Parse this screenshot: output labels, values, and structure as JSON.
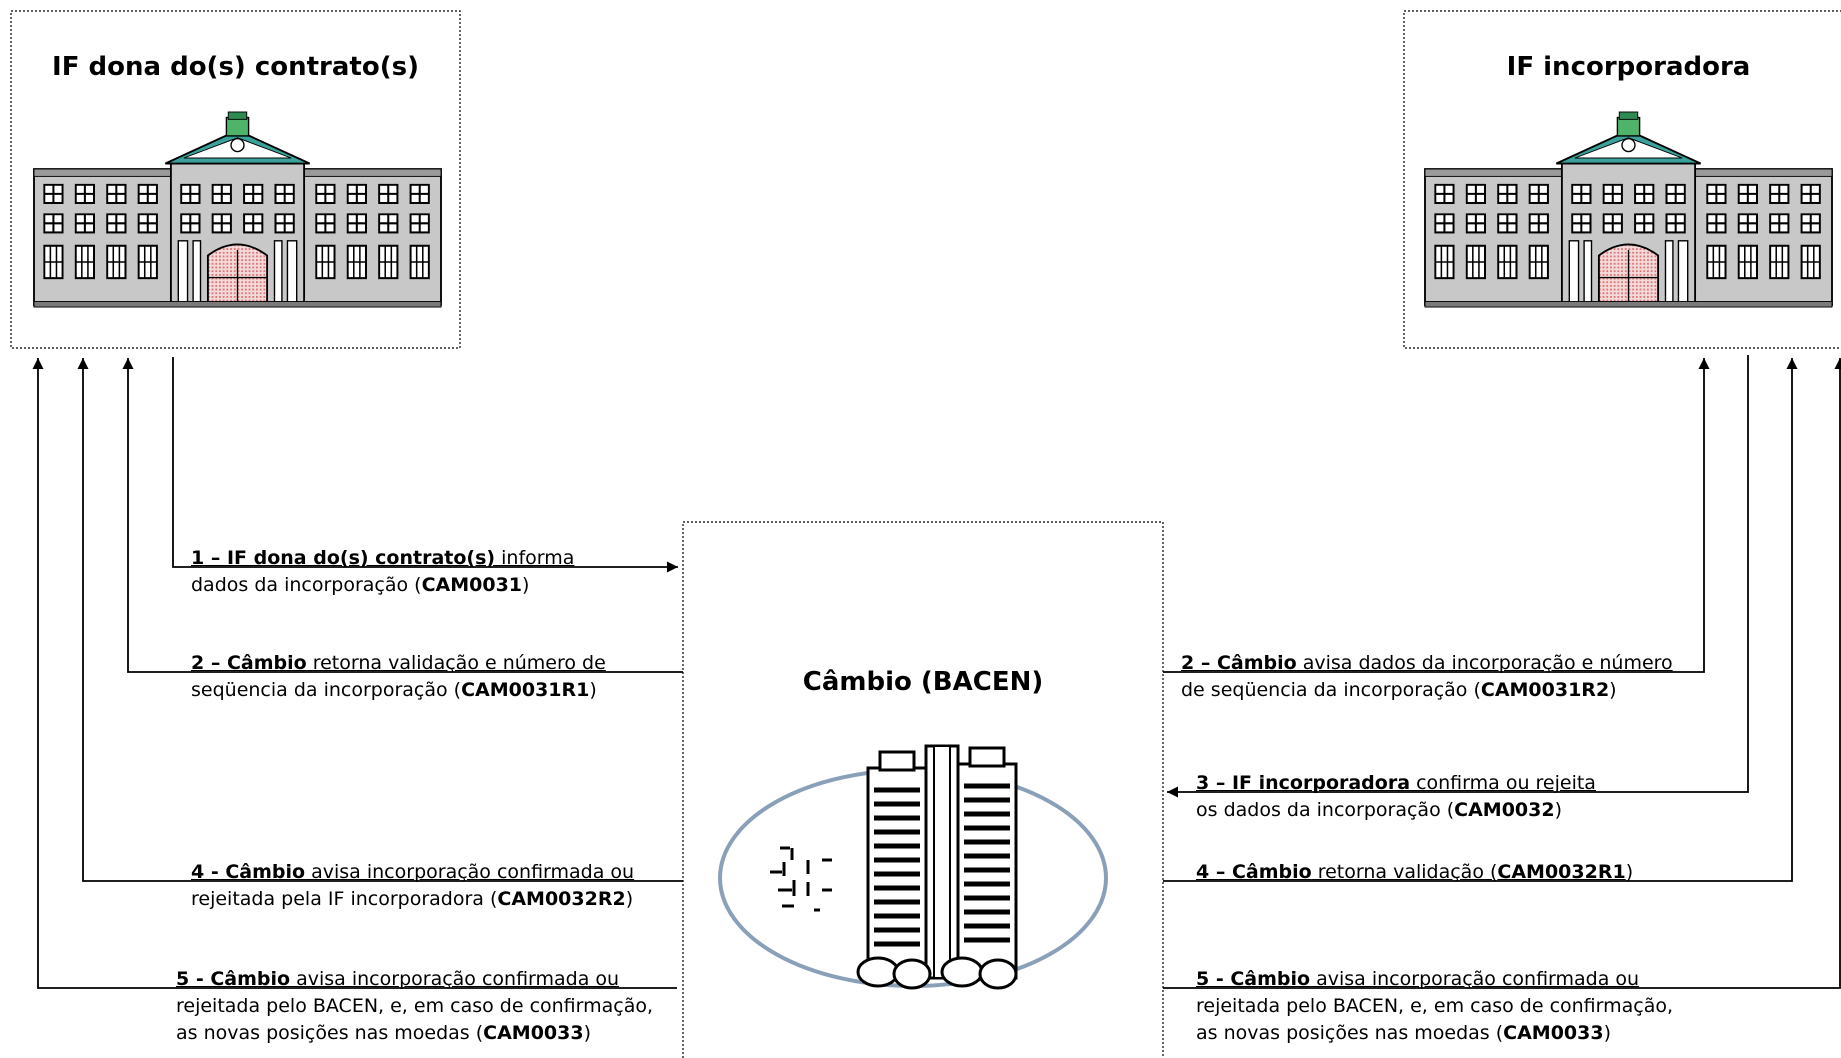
{
  "nodes": {
    "left": {
      "title": "IF dona do(s) contrato(s)"
    },
    "right": {
      "title": "IF incorporadora"
    },
    "center": {
      "title": "Câmbio (BACEN)"
    }
  },
  "messages": {
    "m1": {
      "head": "1 – IF dona do(s) contrato(s)",
      "rest1": " informa",
      "line2_pre": "dados da incorporação (",
      "code": "CAM0031",
      "line2_post": ")"
    },
    "m2l": {
      "head": "2 – Câmbio",
      "rest1": " retorna validação e número de",
      "line2_pre": "seqüencia da incorporação (",
      "code": "CAM0031R1",
      "line2_post": ")"
    },
    "m4l": {
      "head": "4 - Câmbio",
      "rest1": " avisa incorporação confirmada ou",
      "line2_pre": "rejeitada pela IF incorporadora (",
      "code": "CAM0032R2",
      "line2_post": ")"
    },
    "m5l": {
      "head": "5 - Câmbio",
      "rest1": " avisa incorporação confirmada ou",
      "line2": "rejeitada pelo BACEN, e, em caso de confirmação,",
      "line3_pre": "as novas posições nas moedas (",
      "code": "CAM0033",
      "line3_post": ")"
    },
    "m2r": {
      "head": "2 – Câmbio",
      "rest1": " avisa dados da incorporação e número",
      "line2_pre": "de seqüencia da incorporação (",
      "code": "CAM0031R2",
      "line2_post": ")"
    },
    "m3r": {
      "head": "3 – IF incorporadora",
      "rest1": " confirma  ou rejeita",
      "line2_pre": "os dados da incorporação (",
      "code": "CAM0032",
      "line2_post": ")"
    },
    "m4r": {
      "head": "4 – Câmbio",
      "rest1": " retorna validação (",
      "code": "CAM0032R1",
      "post": ")"
    },
    "m5r": {
      "head": "5 - Câmbio",
      "rest1": " avisa incorporação confirmada ou",
      "line2": "rejeitada pelo BACEN, e, em caso de confirmação,",
      "line3_pre": "as novas posições nas moedas (",
      "code": "CAM0033",
      "line3_post": ")"
    }
  },
  "icons": [
    "building-icon",
    "bacen-tower-icon"
  ]
}
